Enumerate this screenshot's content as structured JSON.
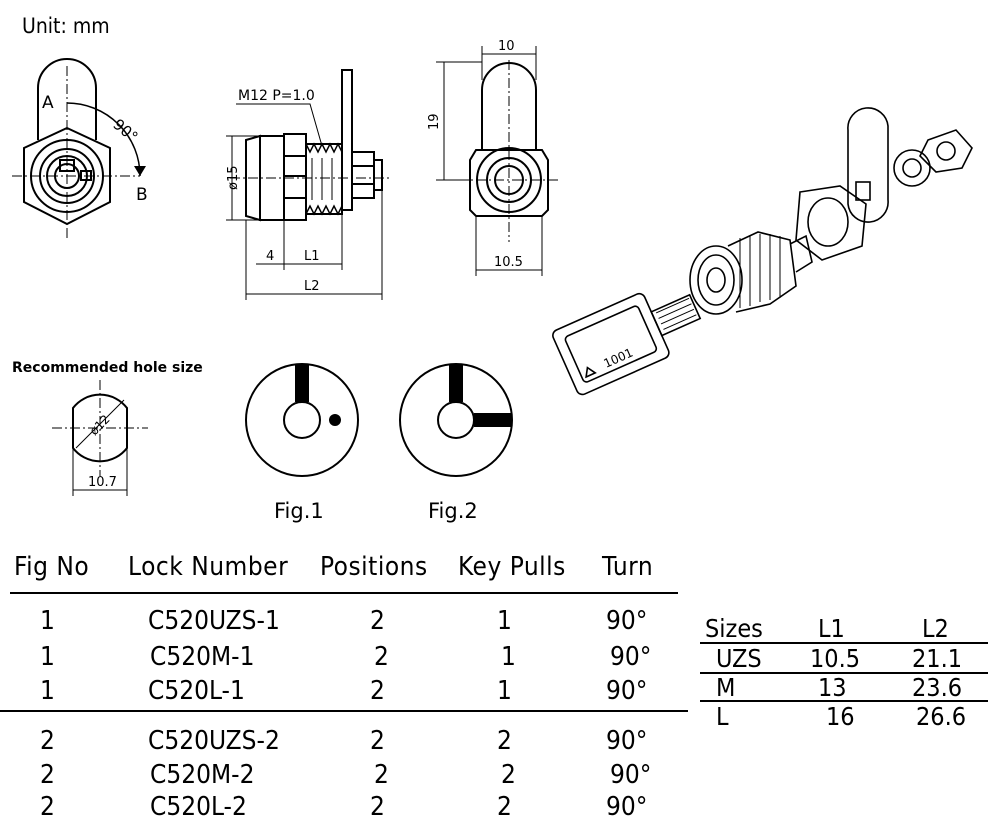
{
  "unit_label": "Unit:  mm",
  "drawing": {
    "front_view": {
      "label_a": "A",
      "label_b": "B",
      "angle": "90°"
    },
    "side_view": {
      "thread": "M12  P=1.0",
      "diameter": "ø15",
      "dim_4": "4",
      "dim_l1": "L1",
      "dim_l2": "L2"
    },
    "end_view": {
      "width": "10",
      "height": "19",
      "base": "10.5"
    },
    "hole": {
      "title": "Recommended hole size",
      "diameter": "ø12",
      "width": "10.7"
    },
    "fig1_label": "Fig.1",
    "fig2_label": "Fig.2",
    "key_number": "1001"
  },
  "lock_table": {
    "headers": [
      "Fig  No",
      "Lock  Number",
      "Positions",
      "Key  Pulls",
      "Turn"
    ],
    "rows": [
      [
        "1",
        "C520UZS-1",
        "2",
        "1",
        "90°"
      ],
      [
        "1",
        "C520M-1",
        "2",
        "1",
        "90°"
      ],
      [
        "1",
        "C520L-1",
        "2",
        "1",
        "90°"
      ],
      [
        "2",
        "C520UZS-2",
        "2",
        "2",
        "90°"
      ],
      [
        "2",
        "C520M-2",
        "2",
        "2",
        "90°"
      ],
      [
        "2",
        "C520L-2",
        "2",
        "2",
        "90°"
      ]
    ]
  },
  "sizes_table": {
    "headers": [
      "Sizes",
      "L1",
      "L2"
    ],
    "rows": [
      [
        "UZS",
        "10.5",
        "21.1"
      ],
      [
        "M",
        "13",
        "23.6"
      ],
      [
        "L",
        "16",
        "26.6"
      ]
    ]
  }
}
